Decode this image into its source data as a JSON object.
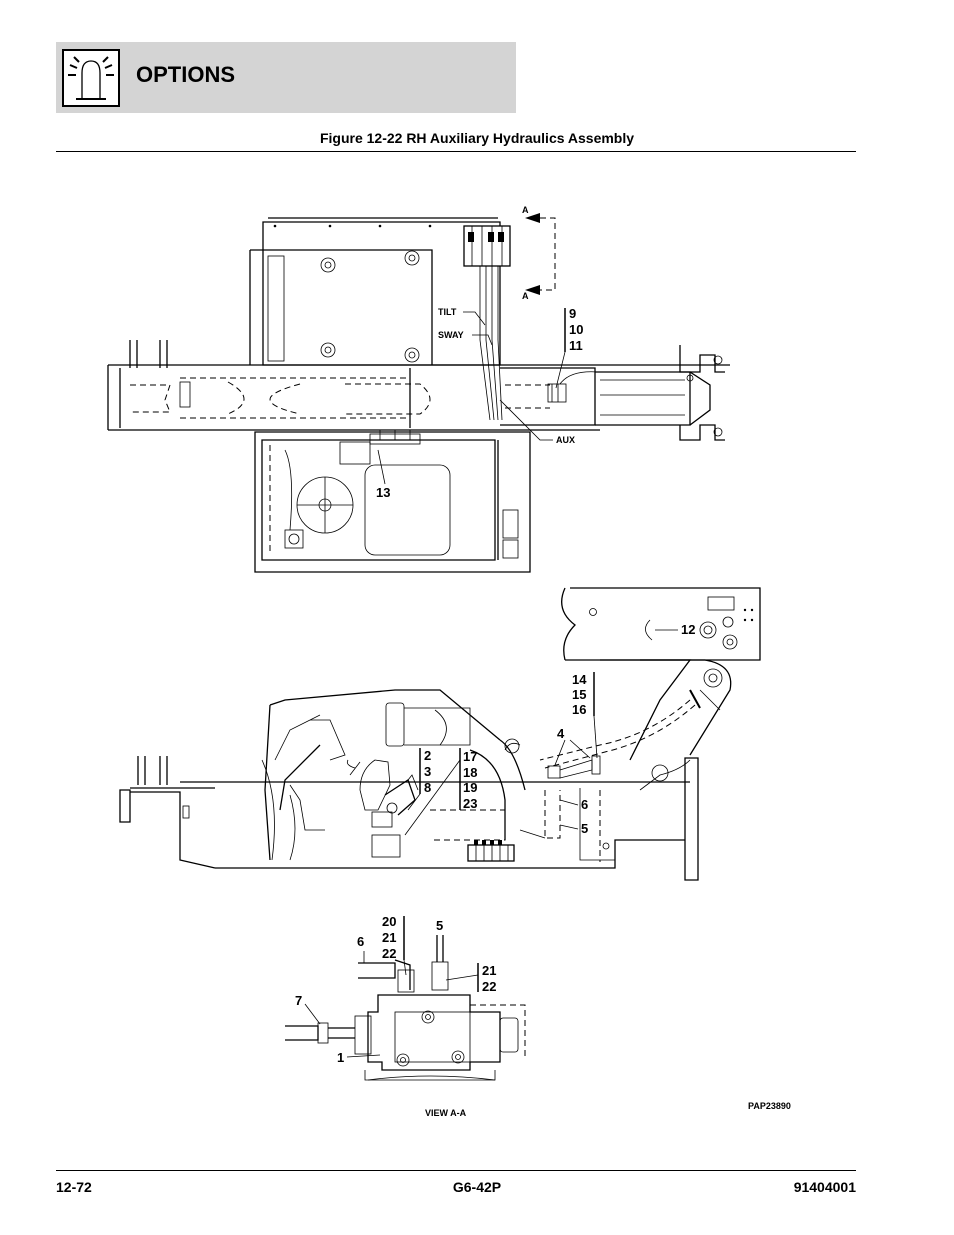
{
  "header": {
    "section_title": "OPTIONS",
    "icon": "warning-light-icon"
  },
  "figure": {
    "title": "Figure 12-22 RH Auxiliary Hydraulics Assembly",
    "image_id": "PAP23890",
    "view_label": "VIEW A-A"
  },
  "labels": {
    "section_a_top": "A",
    "section_a_bottom": "A",
    "tilt": "TILT",
    "sway": "SWAY",
    "aux": "AUX"
  },
  "callouts": {
    "c_9": "9",
    "c_10": "10",
    "c_11": "11",
    "c_13": "13",
    "c_12": "12",
    "c_14": "14",
    "c_15": "15",
    "c_16": "16",
    "c_4": "4",
    "c_2": "2",
    "c_3": "3",
    "c_8": "8",
    "c_17": "17",
    "c_18": "18",
    "c_19": "19",
    "c_23": "23",
    "c_6": "6",
    "c_5": "5",
    "v_20": "20",
    "v_21a": "21",
    "v_22a": "22",
    "v_5": "5",
    "v_6": "6",
    "v_21b": "21",
    "v_22b": "22",
    "v_7": "7",
    "v_1": "1"
  },
  "footer": {
    "page_number": "12-72",
    "model": "G6-42P",
    "doc_number": "91404001"
  }
}
